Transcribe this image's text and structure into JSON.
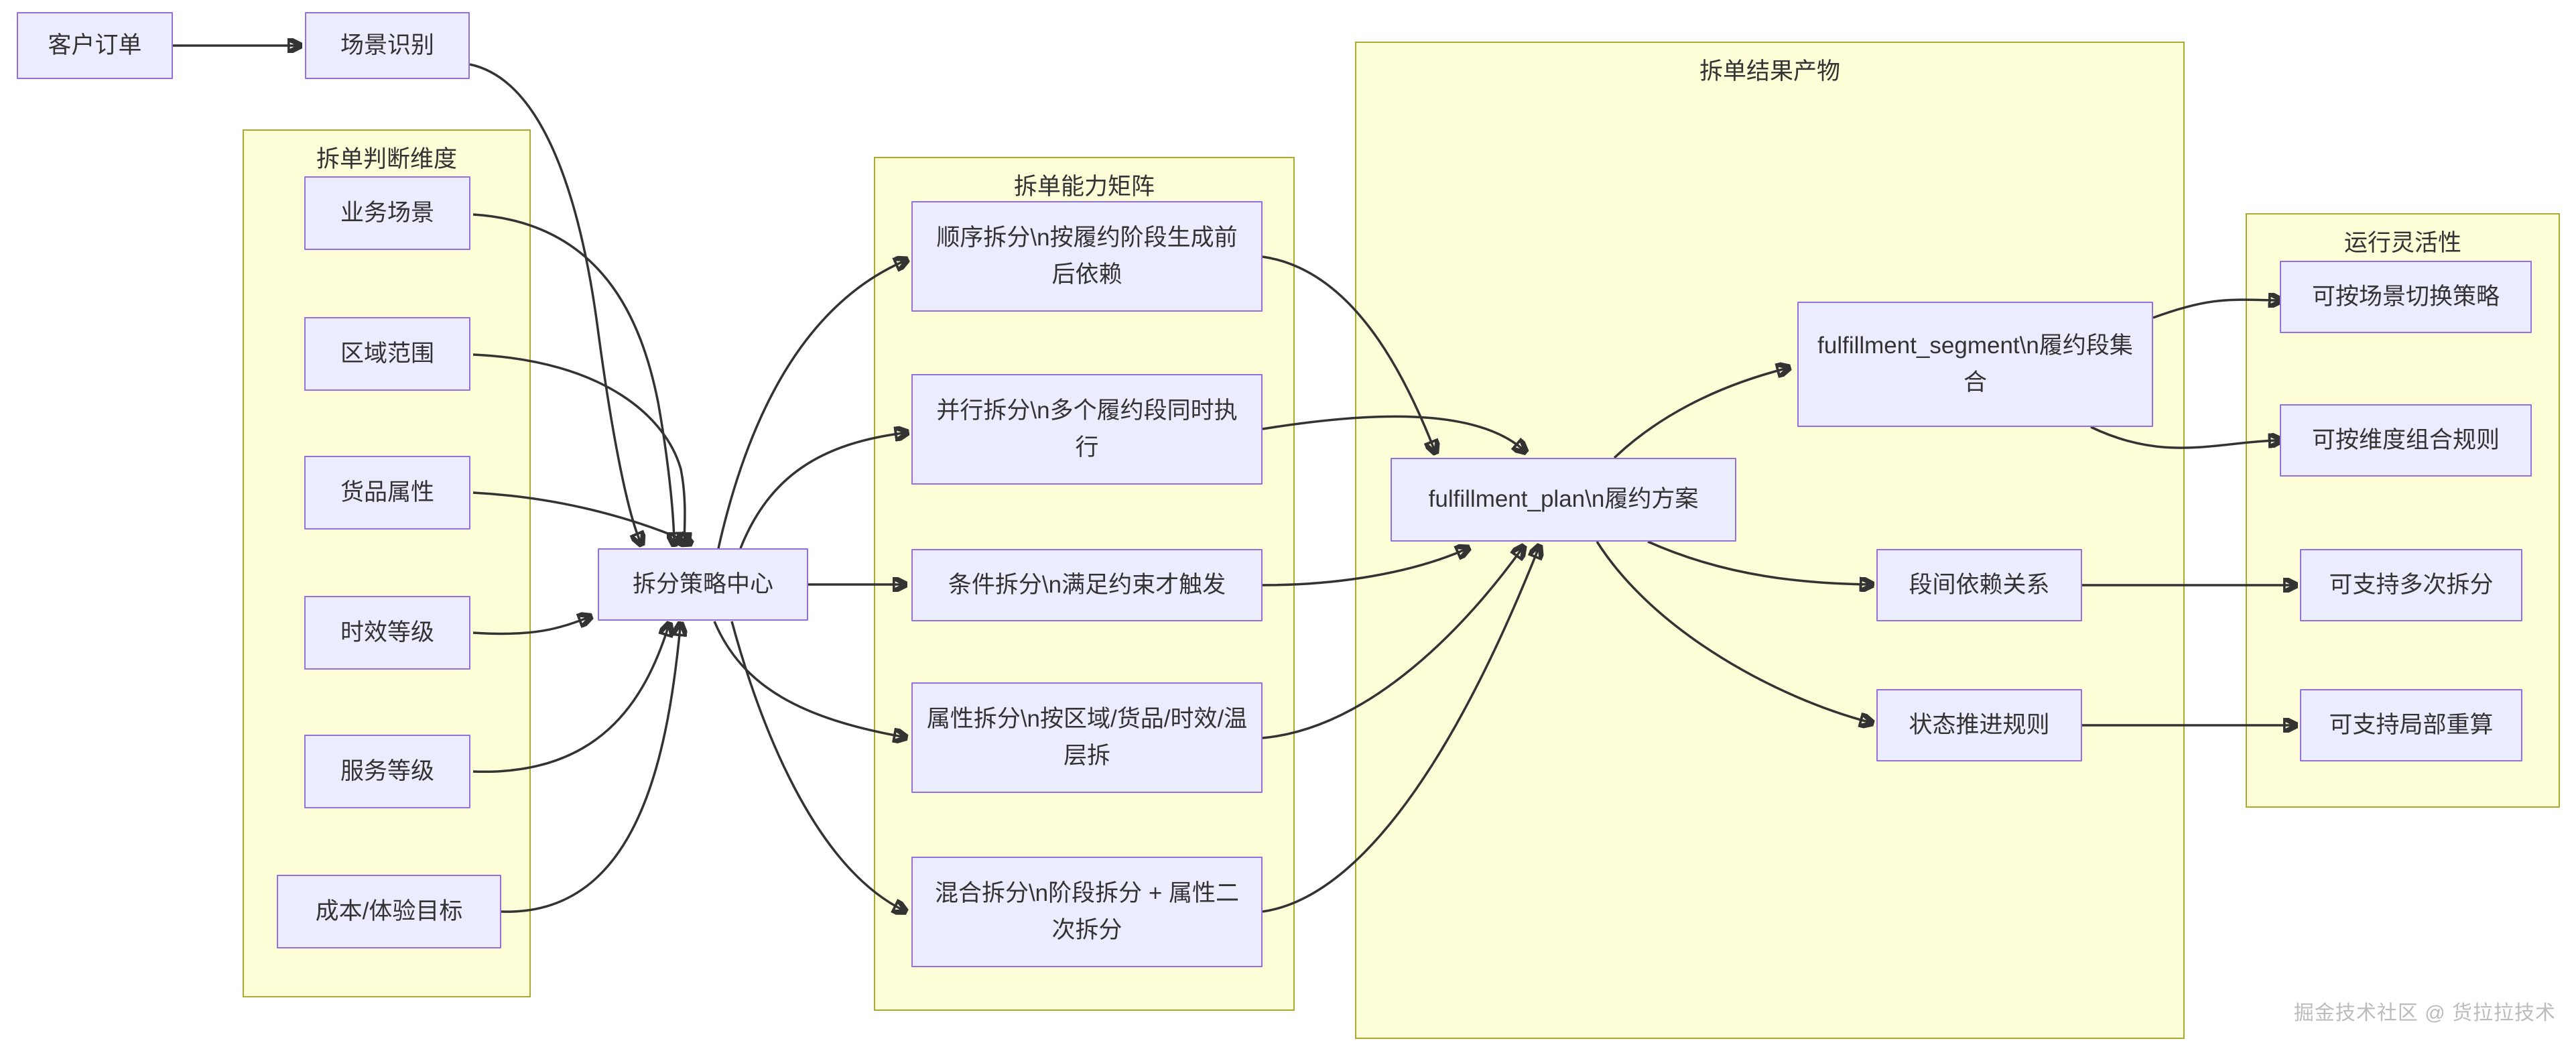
{
  "diagram_type": "flowchart",
  "colors": {
    "node_fill": "#ececff",
    "node_border": "#9370db",
    "cluster_fill": "#fdfdd8",
    "cluster_border": "#aaaa33",
    "edge": "#333333",
    "text": "#333333",
    "background": "#ffffff"
  },
  "containers": {
    "judge_dimensions": {
      "title": "拆单判断维度"
    },
    "capability_matrix": {
      "title": "拆单能力矩阵"
    },
    "result_products": {
      "title": "拆单结果产物"
    },
    "runtime_flexibility": {
      "title": "运行灵活性"
    }
  },
  "nodes": {
    "customer_order": {
      "label": "客户订单"
    },
    "scene_recognition": {
      "label": "场景识别"
    },
    "biz_scene": {
      "label": "业务场景"
    },
    "region_range": {
      "label": "区域范围"
    },
    "goods_attr": {
      "label": "货品属性"
    },
    "time_level": {
      "label": "时效等级"
    },
    "service_level": {
      "label": "服务等级"
    },
    "cost_target": {
      "label": "成本/体验目标"
    },
    "strategy_center": {
      "label": "拆分策略中心"
    },
    "seq_split": {
      "label": "顺序拆分\\n按履约阶段生成前后依赖"
    },
    "par_split": {
      "label": "并行拆分\\n多个履约段同时执行"
    },
    "cond_split": {
      "label": "条件拆分\\n满足约束才触发"
    },
    "attr_split": {
      "label": "属性拆分\\n按区域/货品/时效/温层拆"
    },
    "mix_split": {
      "label": "混合拆分\\n阶段拆分 + 属性二次拆分"
    },
    "fulfillment_plan": {
      "label": "fulfillment_plan\\n履约方案"
    },
    "fulfillment_segment": {
      "label": "fulfillment_segment\\n履约段集合"
    },
    "seg_dependency": {
      "label": "段间依赖关系"
    },
    "state_rule": {
      "label": "状态推进规则"
    },
    "switch_strategy": {
      "label": "可按场景切换策略"
    },
    "combine_rules": {
      "label": "可按维度组合规则"
    },
    "multi_split": {
      "label": "可支持多次拆分"
    },
    "partial_recalc": {
      "label": "可支持局部重算"
    }
  },
  "edges": [
    {
      "from": "customer_order",
      "to": "scene_recognition"
    },
    {
      "from": "scene_recognition",
      "to": "strategy_center"
    },
    {
      "from": "biz_scene",
      "to": "strategy_center"
    },
    {
      "from": "region_range",
      "to": "strategy_center"
    },
    {
      "from": "goods_attr",
      "to": "strategy_center"
    },
    {
      "from": "time_level",
      "to": "strategy_center"
    },
    {
      "from": "service_level",
      "to": "strategy_center"
    },
    {
      "from": "cost_target",
      "to": "strategy_center"
    },
    {
      "from": "strategy_center",
      "to": "seq_split"
    },
    {
      "from": "strategy_center",
      "to": "par_split"
    },
    {
      "from": "strategy_center",
      "to": "cond_split"
    },
    {
      "from": "strategy_center",
      "to": "attr_split"
    },
    {
      "from": "strategy_center",
      "to": "mix_split"
    },
    {
      "from": "seq_split",
      "to": "fulfillment_plan"
    },
    {
      "from": "par_split",
      "to": "fulfillment_plan"
    },
    {
      "from": "cond_split",
      "to": "fulfillment_plan"
    },
    {
      "from": "attr_split",
      "to": "fulfillment_plan"
    },
    {
      "from": "mix_split",
      "to": "fulfillment_plan"
    },
    {
      "from": "fulfillment_plan",
      "to": "fulfillment_segment"
    },
    {
      "from": "fulfillment_plan",
      "to": "seg_dependency"
    },
    {
      "from": "fulfillment_plan",
      "to": "state_rule"
    },
    {
      "from": "fulfillment_segment",
      "to": "switch_strategy"
    },
    {
      "from": "fulfillment_segment",
      "to": "combine_rules"
    },
    {
      "from": "seg_dependency",
      "to": "multi_split"
    },
    {
      "from": "state_rule",
      "to": "partial_recalc"
    }
  ],
  "watermark": "掘金技术社区 @ 货拉拉技术"
}
